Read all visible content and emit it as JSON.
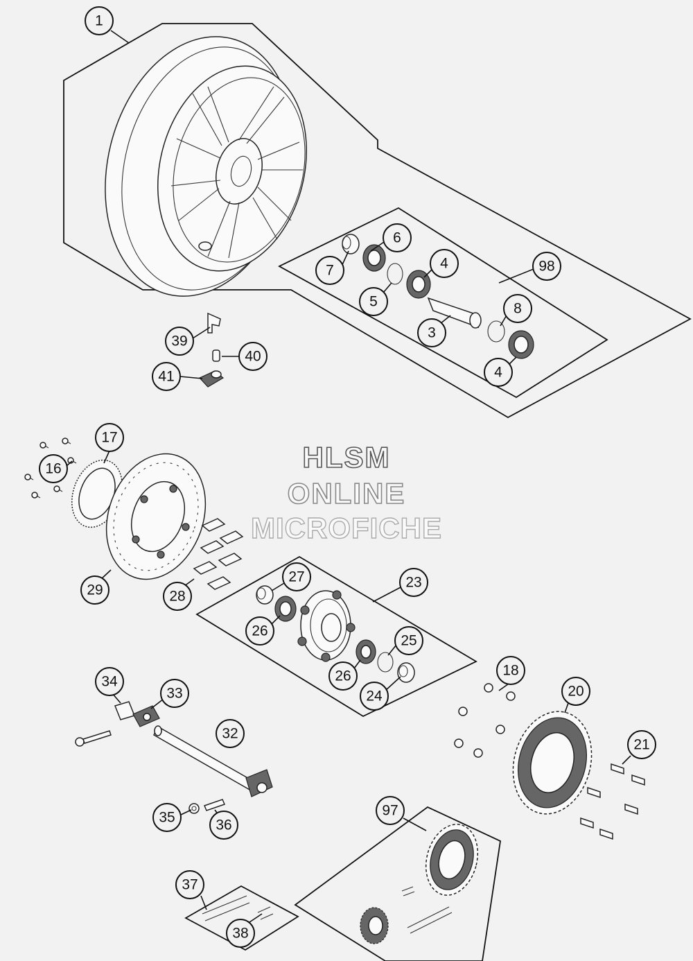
{
  "watermark": {
    "line1": "HLSM",
    "line2": "ONLINE",
    "line3": "MICROFICHE"
  },
  "callouts": [
    {
      "id": "c1",
      "label": "1"
    },
    {
      "id": "c6",
      "label": "6"
    },
    {
      "id": "c7",
      "label": "7"
    },
    {
      "id": "c4a",
      "label": "4"
    },
    {
      "id": "c98",
      "label": "98"
    },
    {
      "id": "c5",
      "label": "5"
    },
    {
      "id": "c8",
      "label": "8"
    },
    {
      "id": "c3",
      "label": "3"
    },
    {
      "id": "c4b",
      "label": "4"
    },
    {
      "id": "c39",
      "label": "39"
    },
    {
      "id": "c40",
      "label": "40"
    },
    {
      "id": "c41",
      "label": "41"
    },
    {
      "id": "c17",
      "label": "17"
    },
    {
      "id": "c16",
      "label": "16"
    },
    {
      "id": "c29",
      "label": "29"
    },
    {
      "id": "c27",
      "label": "27"
    },
    {
      "id": "c23",
      "label": "23"
    },
    {
      "id": "c28",
      "label": "28"
    },
    {
      "id": "c26a",
      "label": "26"
    },
    {
      "id": "c25",
      "label": "25"
    },
    {
      "id": "c26b",
      "label": "26"
    },
    {
      "id": "c24",
      "label": "24"
    },
    {
      "id": "c18",
      "label": "18"
    },
    {
      "id": "c20",
      "label": "20"
    },
    {
      "id": "c34",
      "label": "34"
    },
    {
      "id": "c33",
      "label": "33"
    },
    {
      "id": "c32",
      "label": "32"
    },
    {
      "id": "c21",
      "label": "21"
    },
    {
      "id": "c35",
      "label": "35"
    },
    {
      "id": "c36",
      "label": "36"
    },
    {
      "id": "c97",
      "label": "97"
    },
    {
      "id": "c37",
      "label": "37"
    },
    {
      "id": "c38",
      "label": "38"
    }
  ]
}
